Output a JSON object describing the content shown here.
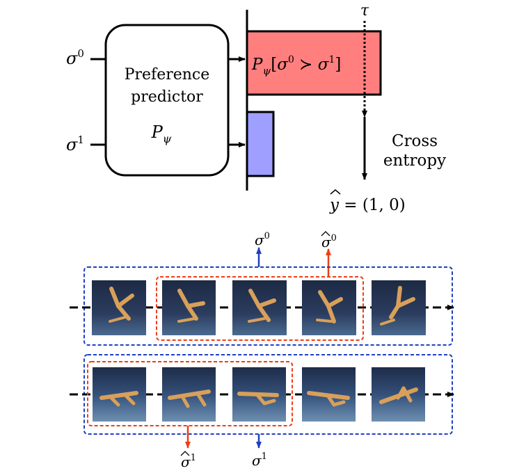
{
  "predictor": {
    "line1": "Preference",
    "line2": "predictor",
    "symbol": "P",
    "symbol_sub": "ψ"
  },
  "inputs": {
    "s0": {
      "base": "σ",
      "sup": "0"
    },
    "s1": {
      "base": "σ",
      "sup": "1"
    }
  },
  "output_label": {
    "p": "P",
    "sub": "ψ",
    "bracket_open": "[",
    "a": "σ",
    "a_sup": "0",
    "rel": " ≻ ",
    "b": "σ",
    "b_sup": "1",
    "bracket_close": "]"
  },
  "tau": "τ",
  "loss": {
    "line1": "Cross",
    "line2": "entropy"
  },
  "target": {
    "y": "y",
    "eq": " = (1, 0)"
  },
  "segments": {
    "top_full": {
      "base": "σ",
      "sup": "0"
    },
    "top_sub": {
      "base": "σ",
      "sup": "0"
    },
    "bottom_sub": {
      "base": "σ",
      "sup": "1"
    },
    "bottom_full": {
      "base": "σ",
      "sup": "1"
    }
  },
  "colors": {
    "bar_top": "#ff7f7f",
    "bar_bottom": "#9f9fff",
    "blue": "#1f3fbf",
    "red": "#f03c14",
    "frame_bg_top": "#2e3f63",
    "frame_bg_bottom": "#3a5577",
    "robot": "#d9a05a"
  }
}
